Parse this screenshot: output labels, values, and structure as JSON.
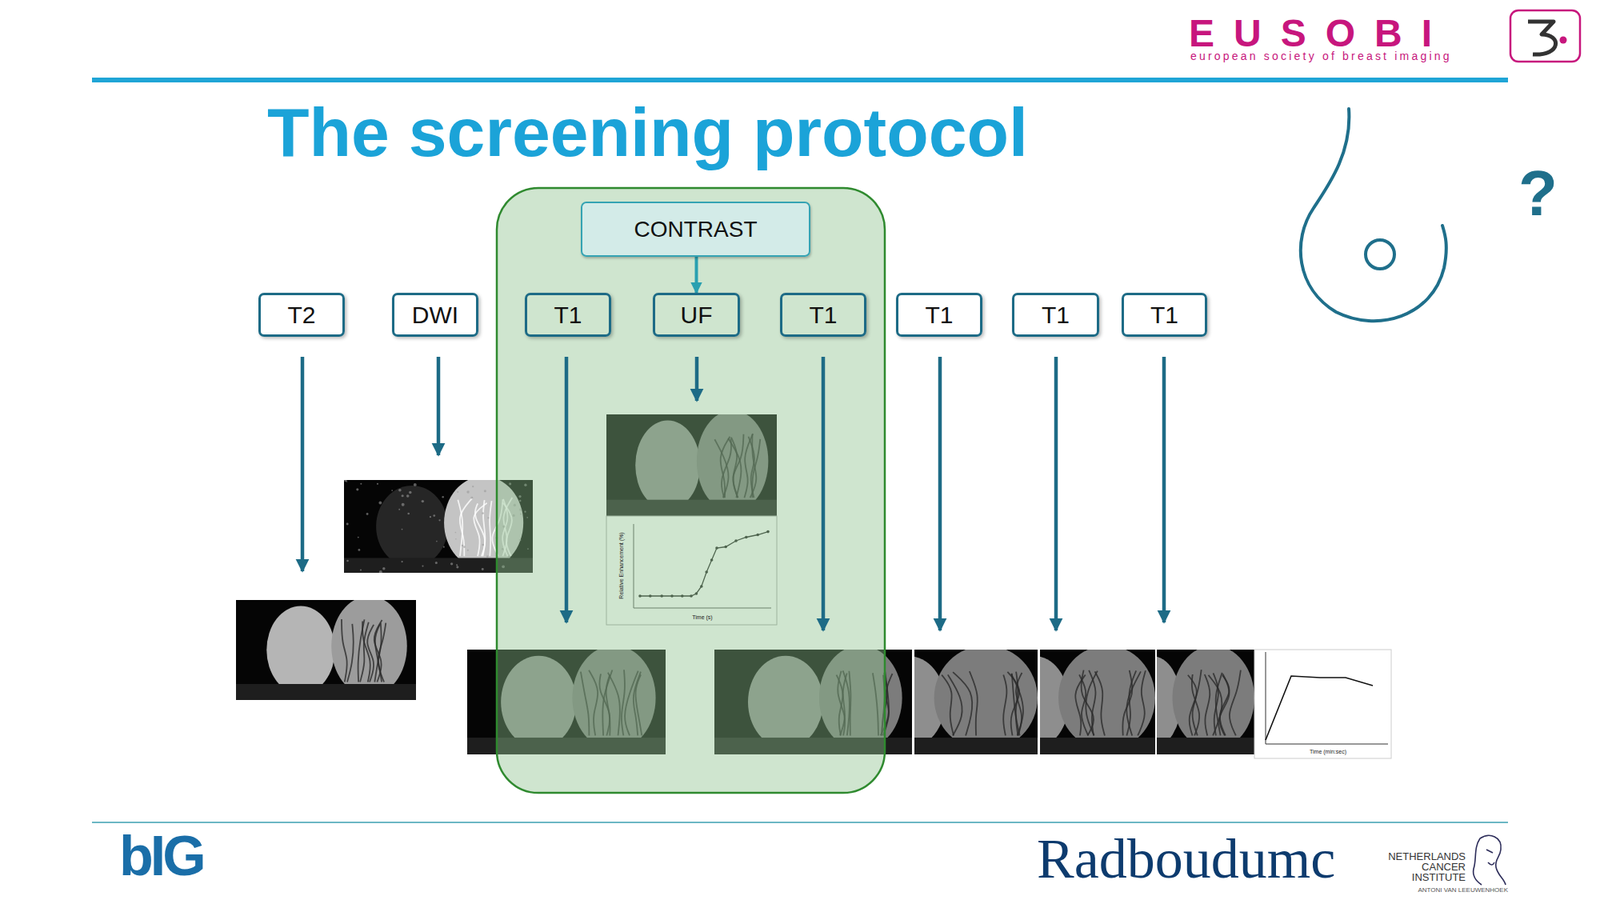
{
  "diagram": {
    "title": "The screening protocol",
    "nodes": [
      {
        "text": [
          "CONTRAST"
        ]
      },
      {
        "text": [
          "T2"
        ]
      },
      {
        "text": [
          "DWI"
        ]
      },
      {
        "text": [
          "T1"
        ]
      },
      {
        "text": [
          "UF"
        ]
      },
      {
        "text": [
          "T1"
        ]
      },
      {
        "text": [
          "T1"
        ]
      },
      {
        "text": [
          "T1"
        ]
      },
      {
        "text": [
          "T1"
        ]
      }
    ],
    "edges": [
      {
        "from": 0,
        "to": 4,
        "arrow": "to"
      }
    ],
    "labels": [
      "EUSOBI",
      "european society of breast imaging",
      "?",
      "bIG",
      "Radboudumc",
      "NETHERLANDS CANCER INSTITUTE",
      "ANTONI VAN LEEUWENHOEK",
      "Relative Enhancement (%)",
      "Time (s)",
      "Time (min:sec)"
    ]
  }
}
